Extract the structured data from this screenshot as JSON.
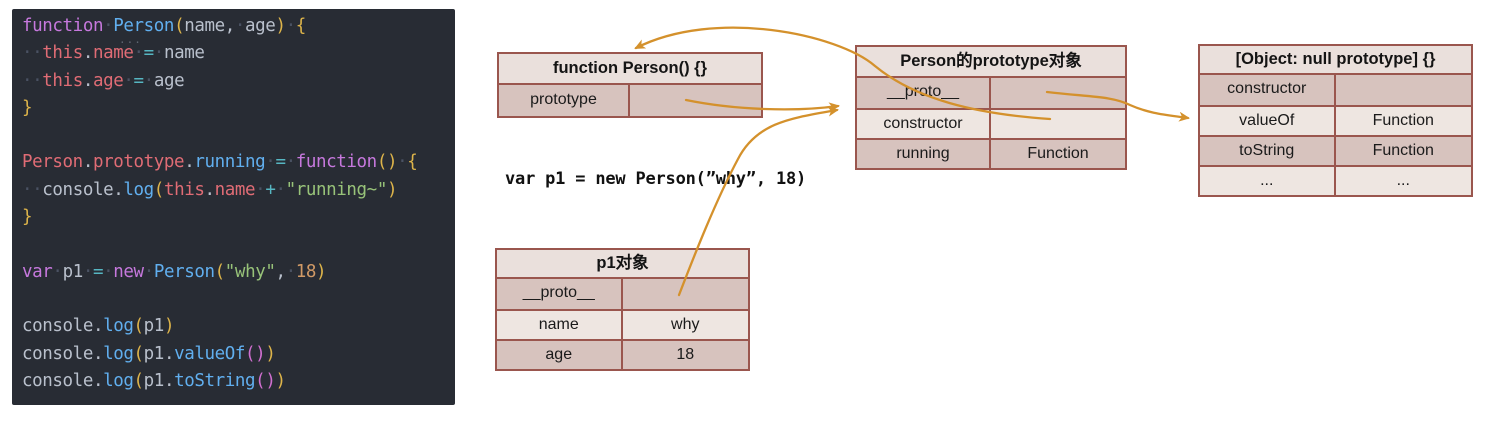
{
  "colors": {
    "arrow": "#d4912c",
    "table_border": "#9a564e",
    "table_header_bg": "#eae0dc",
    "table_row_dark_bg": "#d7c3be",
    "table_row_light_bg": "#eee6e1",
    "code_background": "#282c34",
    "code_keyword": "#c678dd",
    "code_function": "#61afef",
    "code_property": "#e06c75",
    "code_operator": "#56b6c2",
    "code_string": "#98c379",
    "code_number": "#d19a66"
  },
  "code_panel": {
    "inlay_hint": "···",
    "lines": [
      [
        [
          "kw",
          "function"
        ],
        [
          "ws",
          "·"
        ],
        [
          "fn",
          "Person"
        ],
        [
          "br1",
          "("
        ],
        [
          "txt",
          "name"
        ],
        [
          "txt",
          ","
        ],
        [
          "ws",
          "·"
        ],
        [
          "txt",
          "age"
        ],
        [
          "br1",
          ")"
        ],
        [
          "ws",
          "·"
        ],
        [
          "br1",
          "{"
        ]
      ],
      [
        [
          "ws",
          "··"
        ],
        [
          "prop",
          "this"
        ],
        [
          "txt",
          "."
        ],
        [
          "prop",
          "name"
        ],
        [
          "ws",
          "·"
        ],
        [
          "op",
          "="
        ],
        [
          "ws",
          "·"
        ],
        [
          "txt",
          "name"
        ]
      ],
      [
        [
          "ws",
          "··"
        ],
        [
          "prop",
          "this"
        ],
        [
          "txt",
          "."
        ],
        [
          "prop",
          "age"
        ],
        [
          "ws",
          "·"
        ],
        [
          "op",
          "="
        ],
        [
          "ws",
          "·"
        ],
        [
          "txt",
          "age"
        ]
      ],
      [
        [
          "br1",
          "}"
        ]
      ],
      [],
      [
        [
          "prop",
          "Person"
        ],
        [
          "txt",
          "."
        ],
        [
          "prop",
          "prototype"
        ],
        [
          "txt",
          "."
        ],
        [
          "fn",
          "running"
        ],
        [
          "ws",
          "·"
        ],
        [
          "op",
          "="
        ],
        [
          "ws",
          "·"
        ],
        [
          "kw",
          "function"
        ],
        [
          "br1",
          "("
        ],
        [
          "br1",
          ")"
        ],
        [
          "ws",
          "·"
        ],
        [
          "br1",
          "{"
        ]
      ],
      [
        [
          "ws",
          "··"
        ],
        [
          "txt",
          "console"
        ],
        [
          "txt",
          "."
        ],
        [
          "fn",
          "log"
        ],
        [
          "br1",
          "("
        ],
        [
          "prop",
          "this"
        ],
        [
          "txt",
          "."
        ],
        [
          "prop",
          "name"
        ],
        [
          "ws",
          "·"
        ],
        [
          "op",
          "+"
        ],
        [
          "ws",
          "·"
        ],
        [
          "str",
          "\"running~\""
        ],
        [
          "br1",
          ")"
        ]
      ],
      [
        [
          "br1",
          "}"
        ]
      ],
      [],
      [
        [
          "kw",
          "var"
        ],
        [
          "ws",
          "·"
        ],
        [
          "txt",
          "p1"
        ],
        [
          "ws",
          "·"
        ],
        [
          "op",
          "="
        ],
        [
          "ws",
          "·"
        ],
        [
          "kw",
          "new"
        ],
        [
          "ws",
          "·"
        ],
        [
          "fn",
          "Person"
        ],
        [
          "br1",
          "("
        ],
        [
          "str",
          "\"why\""
        ],
        [
          "txt",
          ","
        ],
        [
          "ws",
          "·"
        ],
        [
          "num",
          "18"
        ],
        [
          "br1",
          ")"
        ]
      ],
      [],
      [
        [
          "txt",
          "console"
        ],
        [
          "txt",
          "."
        ],
        [
          "fn",
          "log"
        ],
        [
          "br1",
          "("
        ],
        [
          "txt",
          "p1"
        ],
        [
          "br1",
          ")"
        ]
      ],
      [
        [
          "txt",
          "console"
        ],
        [
          "txt",
          "."
        ],
        [
          "fn",
          "log"
        ],
        [
          "br1",
          "("
        ],
        [
          "txt",
          "p1"
        ],
        [
          "txt",
          "."
        ],
        [
          "fn",
          "valueOf"
        ],
        [
          "br2",
          "("
        ],
        [
          "br2",
          ")"
        ],
        [
          "br1",
          ")"
        ]
      ],
      [
        [
          "txt",
          "console"
        ],
        [
          "txt",
          "."
        ],
        [
          "fn",
          "log"
        ],
        [
          "br1",
          "("
        ],
        [
          "txt",
          "p1"
        ],
        [
          "txt",
          "."
        ],
        [
          "fn",
          "toString"
        ],
        [
          "br2",
          "("
        ],
        [
          "br2",
          ")"
        ],
        [
          "br1",
          ")"
        ]
      ]
    ]
  },
  "tables": [
    {
      "title": "function Person() {}",
      "rows": [
        {
          "label": "prototype",
          "value": ""
        }
      ]
    },
    {
      "title": "Person的prototype对象",
      "rows": [
        {
          "label": "__proto__",
          "value": ""
        },
        {
          "label": "constructor",
          "value": ""
        },
        {
          "label": "running",
          "value": "Function"
        }
      ]
    },
    {
      "title": "[Object: null prototype] {}",
      "rows": [
        {
          "label": "constructor",
          "value": ""
        },
        {
          "label": "valueOf",
          "value": "Function"
        },
        {
          "label": "toString",
          "value": "Function"
        },
        {
          "label": "...",
          "value": "..."
        }
      ]
    },
    {
      "title": "p1对象",
      "rows": [
        {
          "label": "__proto__",
          "value": ""
        },
        {
          "label": "name",
          "value": "why"
        },
        {
          "label": "age",
          "value": "18"
        }
      ]
    }
  ],
  "annotation": {
    "text": "var p1 = new Person(”why”, 18)"
  },
  "arrows": [
    {
      "id": "prototype-link",
      "from": "function Person() {}.prototype",
      "to": "Person的prototype对象"
    },
    {
      "id": "constructor-link",
      "from": "Person的prototype对象.constructor",
      "to": "function Person() {}"
    },
    {
      "id": "proto-link",
      "from": "Person的prototype对象.__proto__",
      "to": "[Object: null prototype] {} (valueOf)"
    },
    {
      "id": "p1-proto-link",
      "from": "p1对象.__proto__",
      "to": "Person的prototype对象"
    }
  ]
}
